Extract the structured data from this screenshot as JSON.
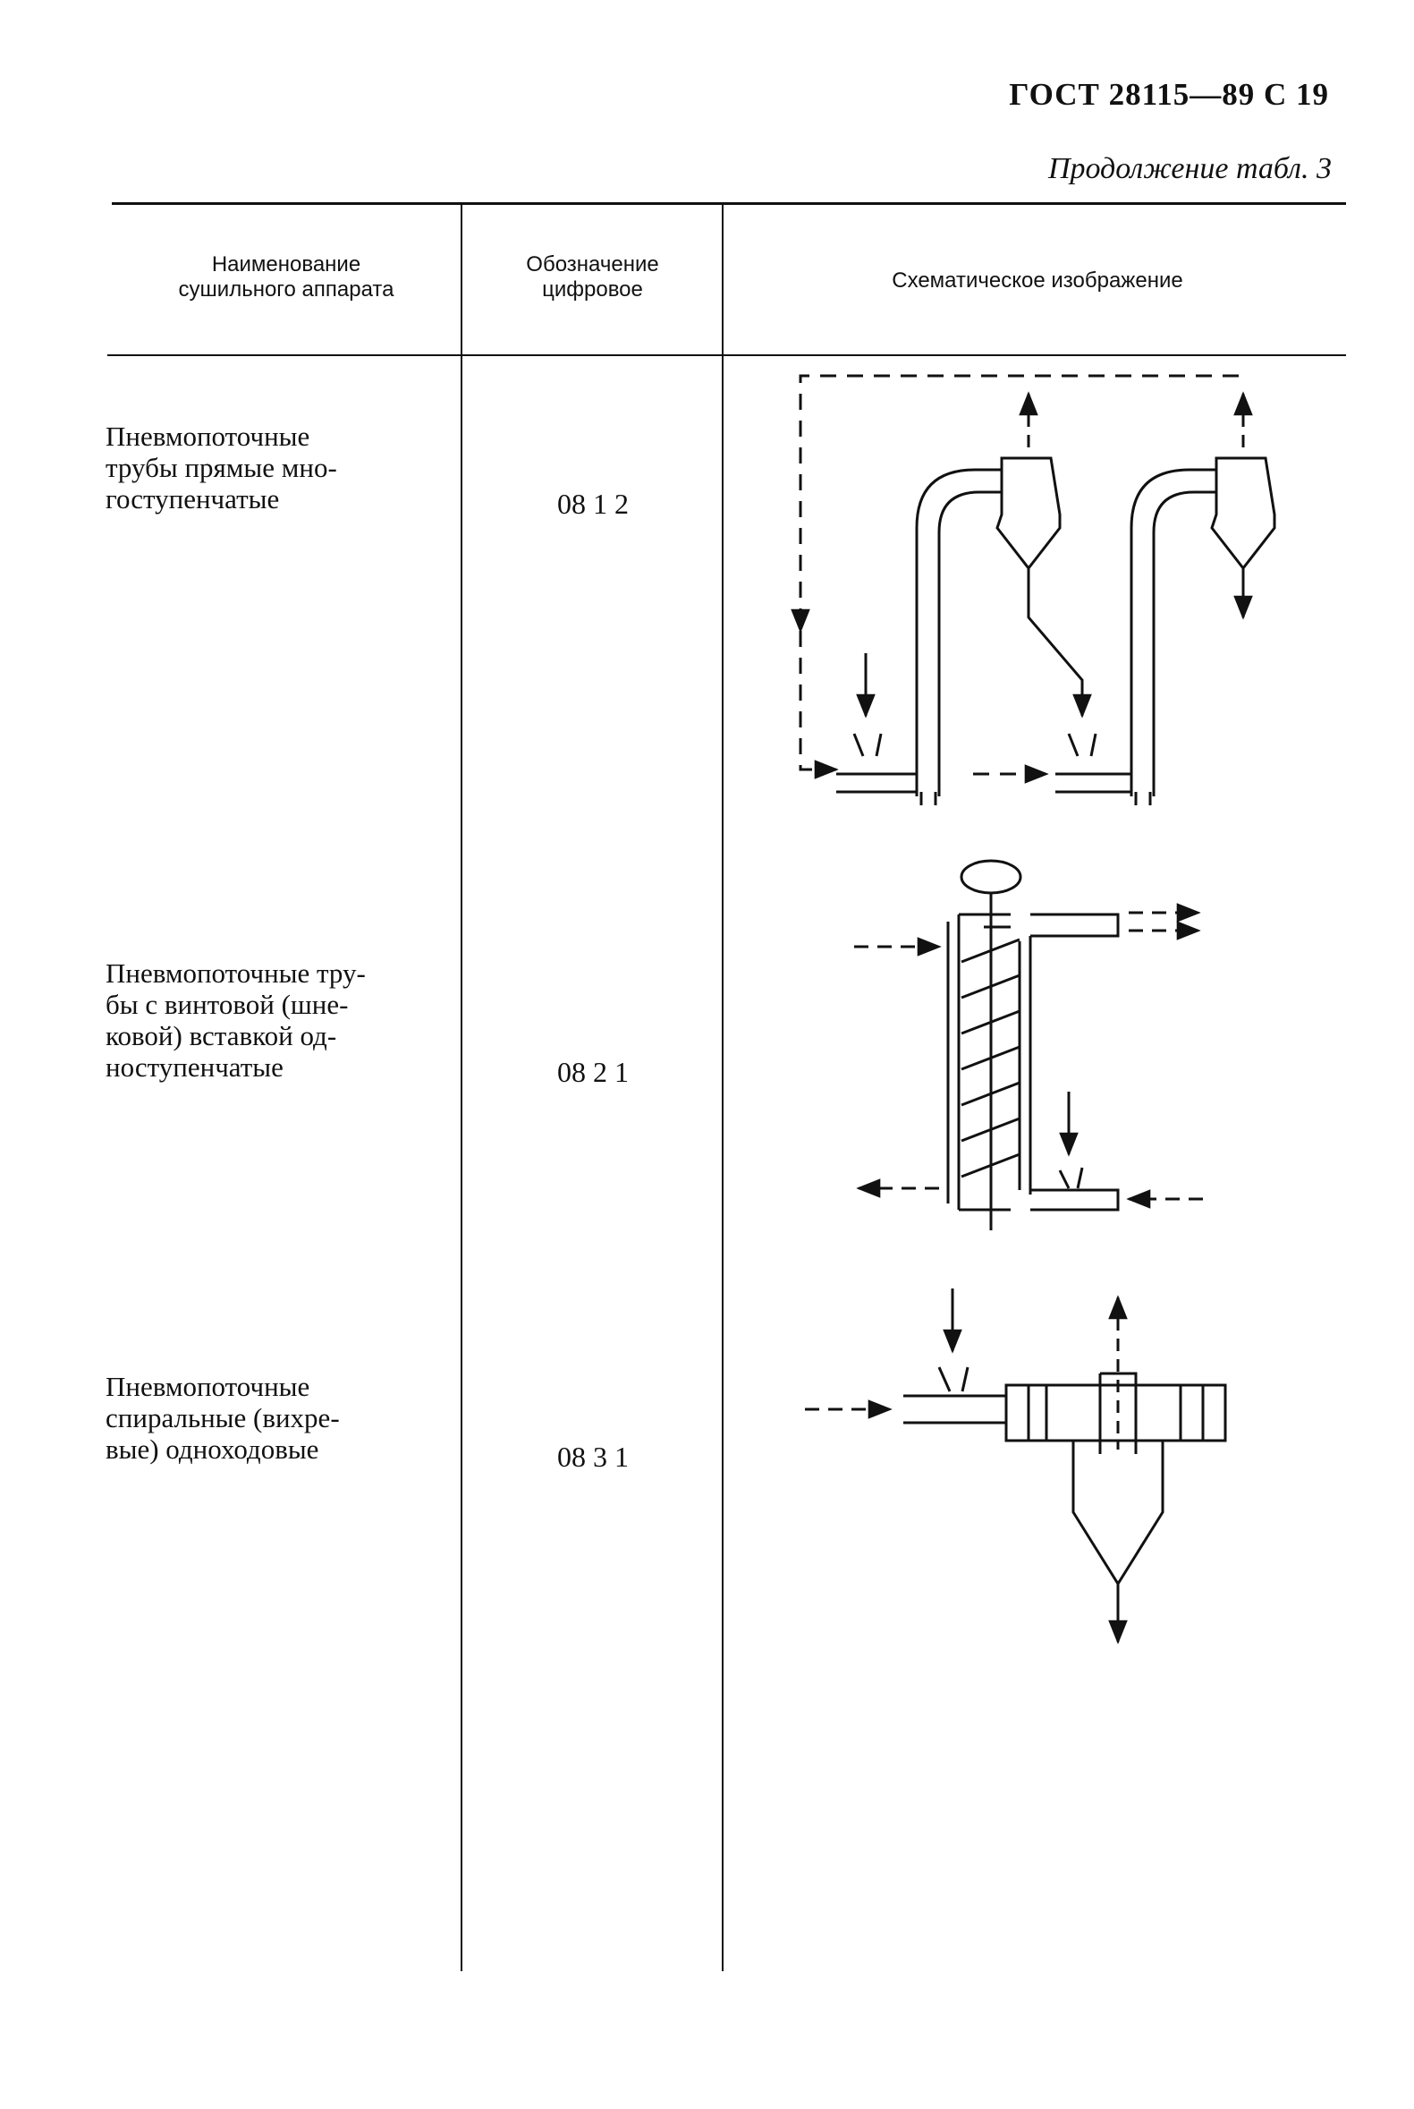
{
  "header": {
    "code": "ГОСТ 28115—89 С 19",
    "continuation": "Продолжение табл. 3"
  },
  "table": {
    "headers": {
      "name_line1": "Наименование",
      "name_line2": "сушильного аппарата",
      "code_line1": "Обозначение",
      "code_line2": "цифровое",
      "schema": "Схематическое изображение"
    },
    "rows": [
      {
        "name_lines": [
          "Пневмопоточные",
          "трубы прямые мно-",
          "гоступенчатые"
        ],
        "code": "08 1 2",
        "schema_icon": "two-stage-pneumatic-dryer-diagram"
      },
      {
        "name_lines": [
          "Пневмопоточные тру-",
          "бы с винтовой (шне-",
          "ковой) вставкой од-",
          "ноступенчатые"
        ],
        "code": "08 2 1",
        "schema_icon": "screw-insert-pneumatic-dryer-diagram"
      },
      {
        "name_lines": [
          "Пневмопоточные",
          "спиральные (вихре-",
          "вые) одноходовые"
        ],
        "code": "08 3 1",
        "schema_icon": "spiral-vortex-dryer-diagram"
      }
    ]
  }
}
